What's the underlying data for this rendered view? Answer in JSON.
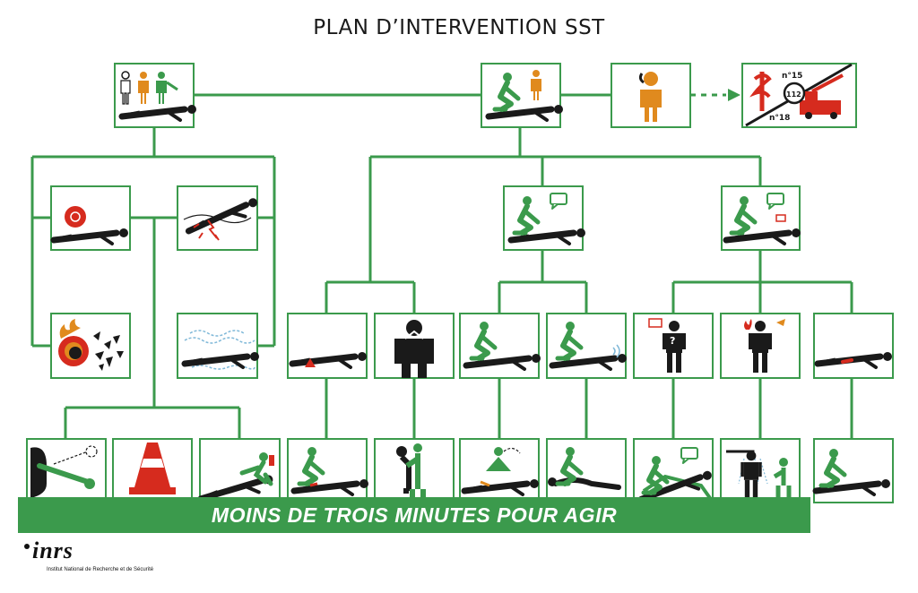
{
  "title": "PLAN D’INTERVENTION SST",
  "banner": "MOINS DE TROIS MINUTES POUR AGIR",
  "logo": {
    "name": "inrs",
    "subtitle": "Institut National de Recherche et de Sécurité"
  },
  "emergency": {
    "label_top": "n°15",
    "label_center": "112",
    "label_bottom": "n°18"
  },
  "colors": {
    "green": "#3b9a4c",
    "orange": "#e08a1e",
    "red": "#d62b1e",
    "black": "#1a1a1a"
  },
  "icons": [
    "witnesses-and-victim-icon",
    "protect-rescuer-icon",
    "alert-phone-icon",
    "emergency-services-icon",
    "falling-object-hazard-icon",
    "electrical-hazard-icon",
    "fire-hazard-icon",
    "toxic-gas-hazard-icon",
    "examine-victim-speaks-icon",
    "examine-victim-no-response-icon",
    "bleeding-icon",
    "choking-icon",
    "unconscious-breathing-icon",
    "unconscious-not-breathing-icon",
    "complains-malaise-icon",
    "burn-icon",
    "wound-icon",
    "remove-danger-icon",
    "safety-cone-icon",
    "evacuate-victim-icon",
    "compress-bleeding-icon",
    "back-blows-icon",
    "cpr-defibrillator-icon",
    "recovery-position-icon",
    "rest-and-ask-icon",
    "cool-burn-shower-icon",
    "protect-wound-icon"
  ]
}
